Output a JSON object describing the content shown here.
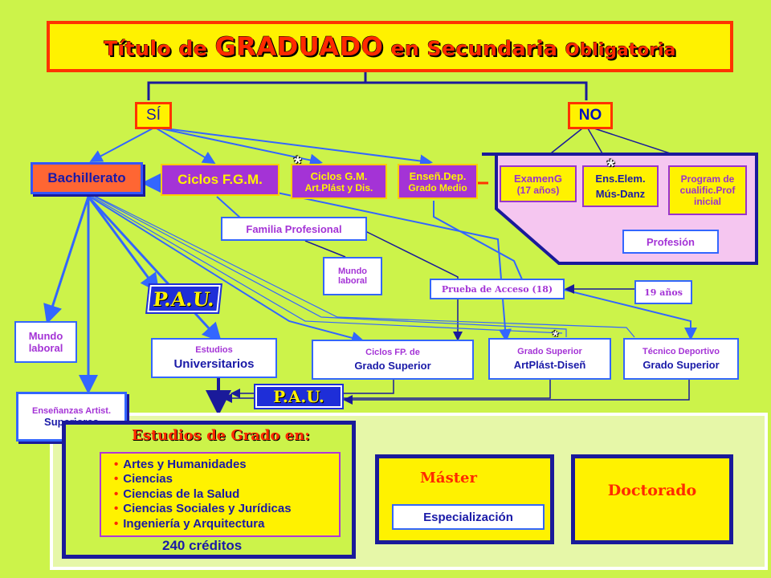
{
  "title": {
    "part1": "Título de ",
    "part2": "GRADUADO",
    "part3": " en Secundaria ",
    "part4": "Obligatoria"
  },
  "yes": "SÍ",
  "no": "NO",
  "bachillerato": "Bachillerato",
  "ciclos_fgm": "Ciclos F.G.M.",
  "ciclos_gm": {
    "line1": "Ciclos G.M.",
    "line2": "Art.Plást y Dis."
  },
  "ensen_dep": {
    "line1": "Enseñ.Dep.",
    "line2": "Grado Medio"
  },
  "examen": {
    "line1": "ExamenG",
    "line2": "(17 años)"
  },
  "ens_elem": {
    "line1": "Ens.Elem.",
    "line2": "Mús-Danz"
  },
  "program": {
    "line1": "Program de",
    "line2": "cualific.Prof",
    "line3": "inicial"
  },
  "profesion": "Profesión",
  "familia": "Familia Profesional",
  "mundo_laboral_mid": {
    "line1": "Mundo",
    "line2": "laboral"
  },
  "mundo_laboral_left": {
    "line1": "Mundo",
    "line2": "laboral"
  },
  "prueba": "Prueba de Acceso (18)",
  "diecinueve": "19 años",
  "pau": "P.A.U.",
  "estudios_univ": {
    "line1": "Estudios",
    "line2": "Universitarios"
  },
  "ciclos_fp": {
    "line1": "Ciclos FP. de",
    "line2": "Grado Superior"
  },
  "grado_sup_art": {
    "line1": "Grado Superior",
    "line2": "ArtPlást-Diseñ"
  },
  "tecnico_dep": {
    "line1": "Técnico Deportivo",
    "line2": "Grado Superior"
  },
  "ens_artist": {
    "line1": "Enseñanzas Artist.",
    "line2": "Superiores"
  },
  "estudios_grado": {
    "heading": "Estudios de Grado en:",
    "areas": [
      "Artes y Humanidades",
      "Ciencias",
      "Ciencias de la Salud",
      "Ciencias Sociales y Jurídicas",
      "Ingeniería y Arquitectura"
    ],
    "credits": "240 créditos"
  },
  "master": "Máster",
  "especializacion": "Especialización",
  "doctorado": "Doctorado",
  "star": "*",
  "colors": {
    "background": "#ccf34a",
    "yellow": "#fff200",
    "red": "#ff3300",
    "blue": "#1a1aa8",
    "pink": "#f5c6f0",
    "purple": "#9933cc"
  }
}
